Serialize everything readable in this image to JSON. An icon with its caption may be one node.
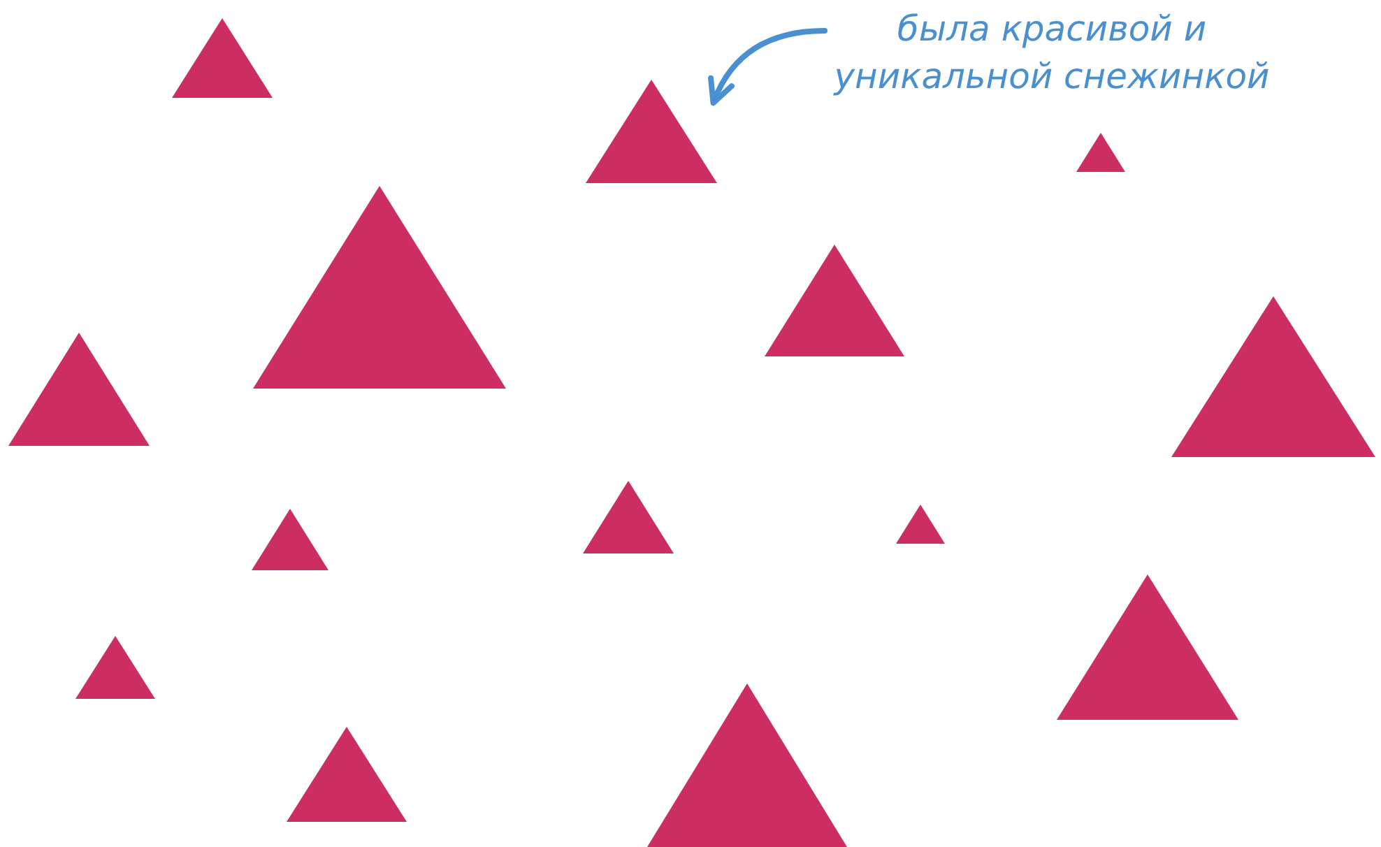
{
  "diagram": {
    "nodes": [
      {
        "text": [
          "была красивой и уникальной снежинкой"
        ]
      },
      {
        "text": [],
        "shape": "triangle"
      },
      {
        "text": [],
        "shape": "triangle"
      },
      {
        "text": [],
        "shape": "triangle"
      },
      {
        "text": [],
        "shape": "triangle"
      },
      {
        "text": [],
        "shape": "triangle"
      },
      {
        "text": [],
        "shape": "triangle"
      },
      {
        "text": [],
        "shape": "triangle"
      },
      {
        "text": [],
        "shape": "triangle"
      },
      {
        "text": [],
        "shape": "triangle"
      },
      {
        "text": [],
        "shape": "triangle"
      },
      {
        "text": [],
        "shape": "triangle"
      },
      {
        "text": [],
        "shape": "triangle"
      },
      {
        "text": [],
        "shape": "triangle"
      },
      {
        "text": [],
        "shape": "triangle"
      }
    ],
    "edges": [
      {
        "from": 0,
        "to": 2,
        "arrow": "to",
        "color": "#4a8fd0"
      }
    ]
  }
}
